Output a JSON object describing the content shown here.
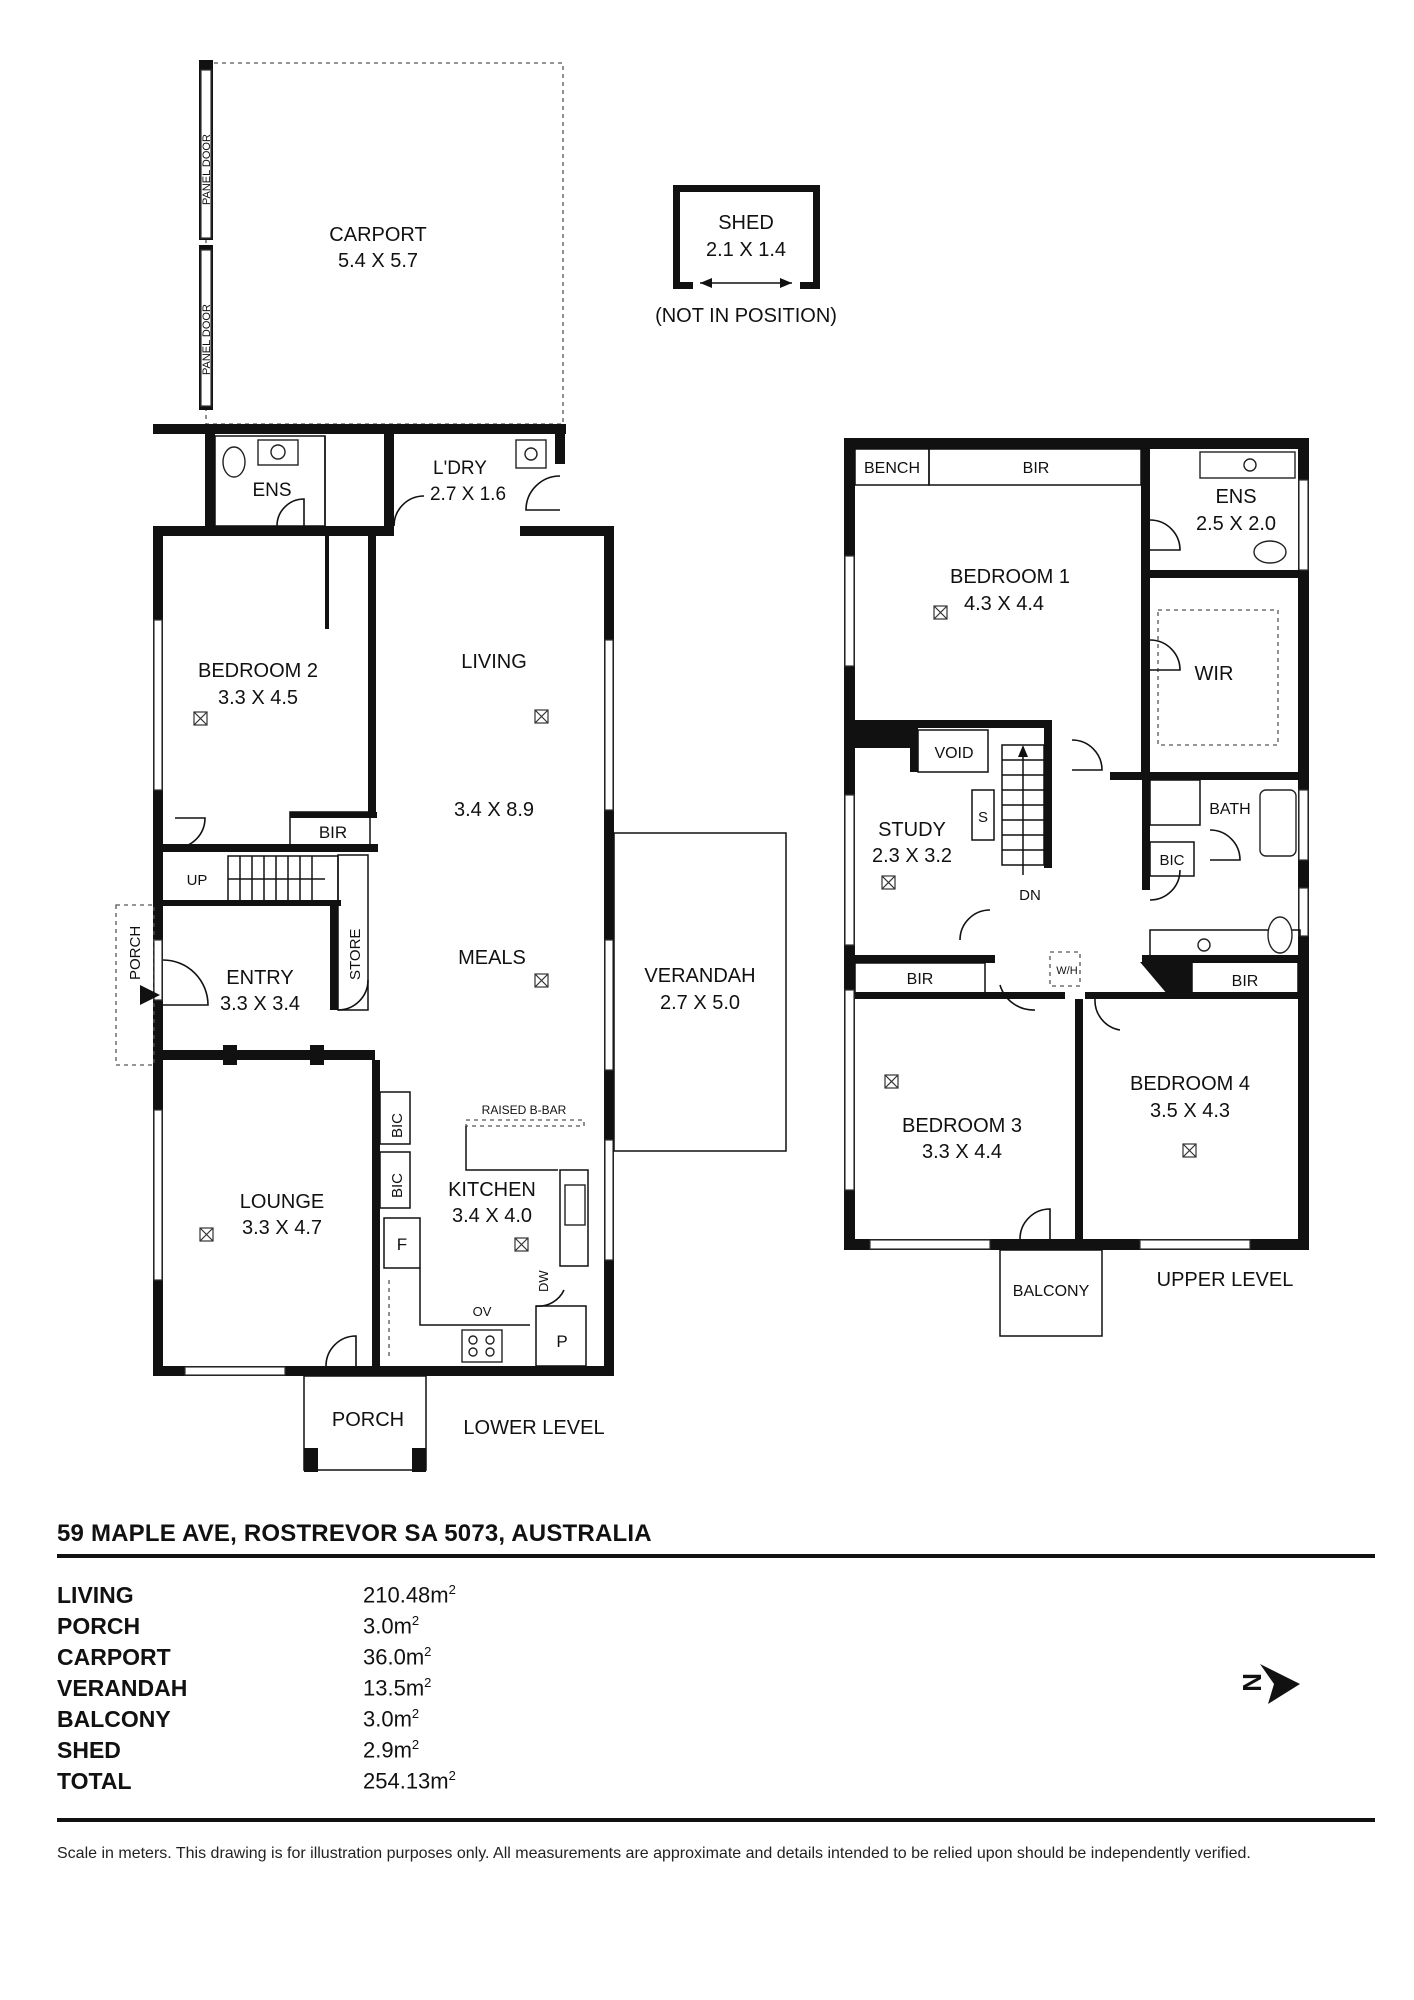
{
  "lower": {
    "carport": {
      "name": "CARPORT",
      "dims": "5.4 X 5.7"
    },
    "panel_door_label": "PANEL DOOR",
    "ens": "ENS",
    "laundry": {
      "name": "L'DRY",
      "dims": "2.7 X 1.6"
    },
    "bedroom2": {
      "name": "BEDROOM 2",
      "dims": "3.3 X 4.5"
    },
    "bir": "BIR",
    "living": "LIVING",
    "living_dims": "3.4 X 8.9",
    "meals": "MEALS",
    "up": "UP",
    "store": "STORE",
    "porch_side": "PORCH",
    "entry": {
      "name": "ENTRY",
      "dims": "3.3 X 3.4"
    },
    "verandah": {
      "name": "VERANDAH",
      "dims": "2.7 X 5.0"
    },
    "raised_bbar": "RAISED B-BAR",
    "bic": "BIC",
    "lounge": {
      "name": "LOUNGE",
      "dims": "3.3 X 4.7"
    },
    "kitchen": {
      "name": "KITCHEN",
      "dims": "3.4 X 4.0"
    },
    "fridge": "F",
    "dw": "DW",
    "ov": "OV",
    "pantry": "P",
    "porch_front": "PORCH",
    "level_label": "LOWER LEVEL"
  },
  "shed": {
    "name": "SHED",
    "dims": "2.1 X 1.4",
    "note": "(NOT IN POSITION)"
  },
  "upper": {
    "bench": "BENCH",
    "bir": "BIR",
    "ens": {
      "name": "ENS",
      "dims": "2.5 X 2.0"
    },
    "bedroom1": {
      "name": "BEDROOM 1",
      "dims": "4.3 X 4.4"
    },
    "wir": "WIR",
    "void": "VOID",
    "study": {
      "name": "STUDY",
      "dims": "2.3 X 3.2"
    },
    "s": "S",
    "bath": "BATH",
    "bic": "BIC",
    "dn": "DN",
    "wh": "W/H",
    "bedroom3": {
      "name": "BEDROOM 3",
      "dims": "3.3 X 4.4"
    },
    "bedroom4": {
      "name": "BEDROOM 4",
      "dims": "3.5 X 4.3"
    },
    "balcony": "BALCONY",
    "level_label": "UPPER LEVEL"
  },
  "address": "59 MAPLE AVE, ROSTREVOR SA 5073, AUSTRALIA",
  "areas": [
    {
      "name": "LIVING",
      "value": "210.48m",
      "unit_sup": "2"
    },
    {
      "name": "PORCH",
      "value": "3.0m",
      "unit_sup": "2"
    },
    {
      "name": "CARPORT",
      "value": "36.0m",
      "unit_sup": "2"
    },
    {
      "name": "VERANDAH",
      "value": "13.5m",
      "unit_sup": "2"
    },
    {
      "name": "BALCONY",
      "value": "3.0m",
      "unit_sup": "2"
    },
    {
      "name": "SHED",
      "value": "2.9m",
      "unit_sup": "2"
    },
    {
      "name": "TOTAL",
      "value": "254.13m",
      "unit_sup": "2"
    }
  ],
  "compass_letter": "N",
  "disclaimer": "Scale in meters. This drawing is for illustration purposes only. All measurements are approximate and details intended to be relied upon should be independently verified."
}
